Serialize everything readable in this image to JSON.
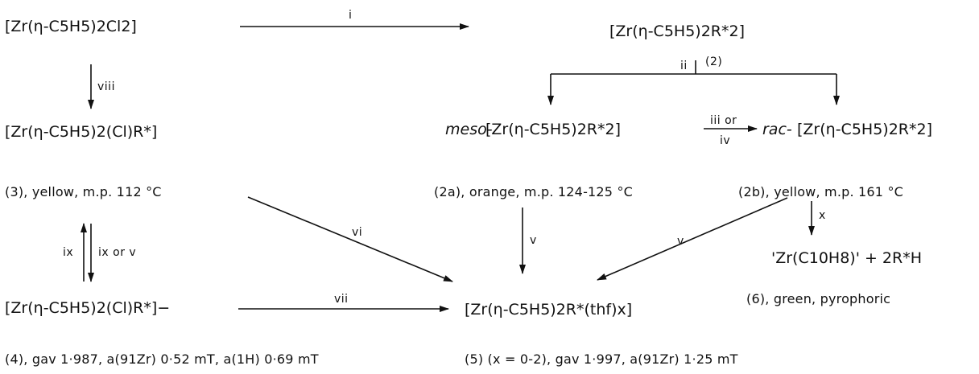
{
  "compounds": {
    "c1": "[Zr(η-C5H5)2Cl2]",
    "c2": "[Zr(η-C5H5)2R*2]",
    "c2_num": "(2)",
    "c2a_prefix": "meso-",
    "c2a": "[Zr(η-C5H5)2R*2]",
    "c2b_prefix": "rac-",
    "c2b": "[Zr(η-C5H5)2R*2]",
    "c3": "[Zr(η-C5H5)2(Cl)R*]",
    "c4": "[Zr(η-C5H5)2(Cl)R*]−",
    "c5": "[Zr(η-C5H5)2R*(thf)x]",
    "c6": "'Zr(C10H8)' + 2R*H"
  },
  "labels": {
    "c3": "(3), yellow, m.p. 112 °C",
    "c2a": "(2a), orange, m.p. 124-125 °C",
    "c2b": "(2b), yellow, m.p. 161 °C",
    "c6": "(6), green, pyrophoric",
    "c4": "(4), gav 1·987, a(91Zr) 0·52 mT, a(1H) 0·69 mT",
    "c5": "(5) (x = 0-2), gav 1·997, a(91Zr) 1·25 mT"
  },
  "reagents": {
    "i": "i",
    "ii": "ii",
    "iii_or": "iii or",
    "iv": "iv",
    "v": "v",
    "vi": "vi",
    "vii": "vii",
    "viii": "viii",
    "ix": "ix",
    "ix_or_v": "ix or v",
    "x": "x"
  }
}
